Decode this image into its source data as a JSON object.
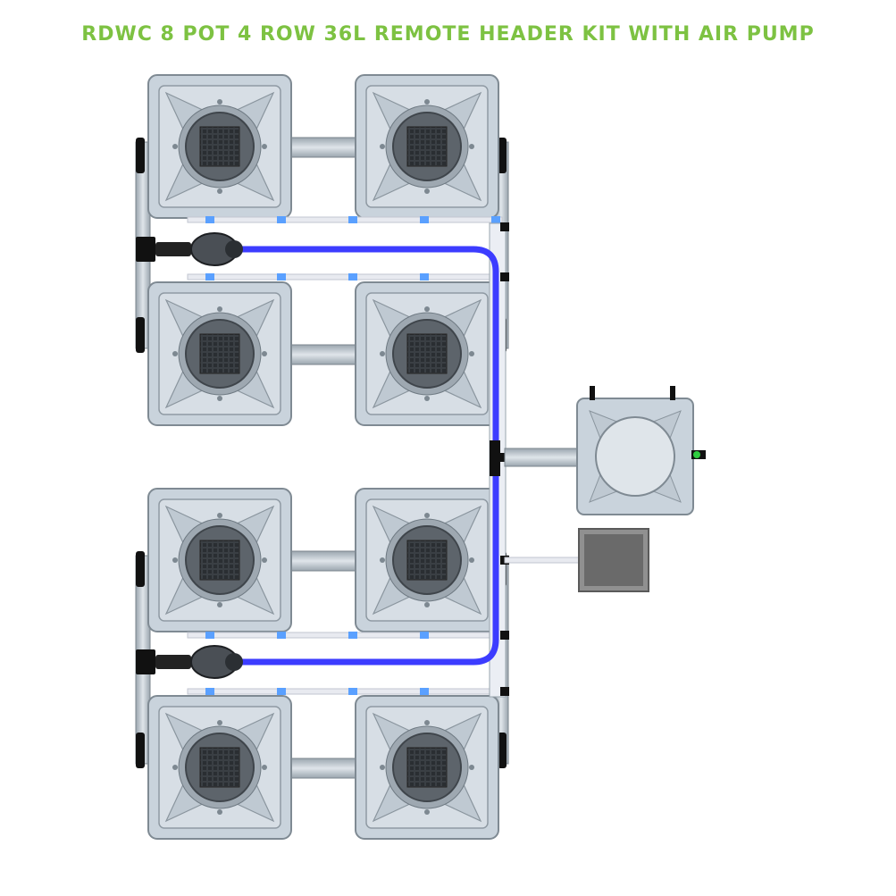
{
  "title": "RDWC 8 POT 4 ROW 36L REMOTE HEADER KIT WITH AIR PUMP",
  "colors": {
    "title": "#7dc242",
    "pot_body": "#c9d3dc",
    "pot_edge": "#7f8a93",
    "pot_inner": "#5d646b",
    "pipe": "#b9c3cb",
    "air_line": "#3c3cff",
    "header_line": "#e8eaf0",
    "pump": "#6a6a6a"
  },
  "components": {
    "pots": [
      "pot",
      "pot",
      "pot",
      "pot",
      "pot",
      "pot",
      "pot",
      "pot"
    ],
    "header_tank": "header-tank",
    "air_pump": "air-pump",
    "air_stones": [
      "air-stone",
      "air-stone"
    ]
  }
}
